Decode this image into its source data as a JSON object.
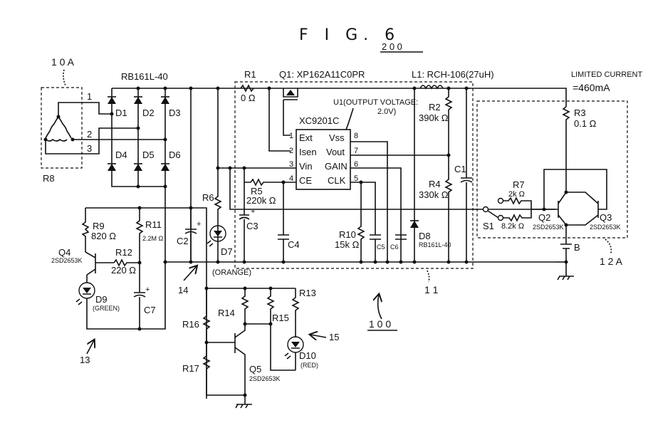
{
  "figure": {
    "title": "F I G. 6",
    "ref_200": "2 0 0",
    "ref_100": "1 0 0",
    "ref_10a": "1 0 A",
    "ref_12a": "1 2 A",
    "ref_11": "1 1",
    "ref_13": "13",
    "ref_14": "14",
    "ref_15": "15"
  },
  "generator": {
    "label": "R8",
    "terminals": [
      "1",
      "2",
      "3"
    ]
  },
  "rectifier": {
    "part": "RB161L-40",
    "diodes": [
      "D1",
      "D2",
      "D3",
      "D4",
      "D5",
      "D6"
    ]
  },
  "top": {
    "r1": "R1",
    "r1_val": "0 Ω",
    "q1": "Q1: XP162A11C0PR",
    "l1": "L1: RCH-106(27uH)",
    "u1_note_1": "U1(OUTPUT VOLTAGE:",
    "u1_note_2": "2.0V)",
    "ic_part": "XC9201C"
  },
  "ic": {
    "pins_left": [
      {
        "num": "1",
        "name": "Ext"
      },
      {
        "num": "2",
        "name": "Isen"
      },
      {
        "num": "3",
        "name": "Vin"
      },
      {
        "num": "4",
        "name": "CE"
      }
    ],
    "pins_right": [
      {
        "num": "8",
        "name": "Vss"
      },
      {
        "num": "7",
        "name": "Vout"
      },
      {
        "num": "6",
        "name": "GAIN"
      },
      {
        "num": "5",
        "name": "CLK"
      }
    ]
  },
  "components": {
    "r2": "R2",
    "r2_val": "390k Ω",
    "r4": "R4",
    "r4_val": "330k Ω",
    "r3": "R3",
    "r3_val": "0.1 Ω",
    "r5": "R5",
    "r5_val": "220k Ω",
    "r6": "R6",
    "r7": "R7",
    "r7_val_a": "2k Ω",
    "r7_val_b": "8.2k Ω",
    "r9": "R9",
    "r9_val": "820 Ω",
    "r10": "R10",
    "r10_val": "15k Ω",
    "r11": "R11",
    "r11_val": "2.2M Ω",
    "r12": "R12",
    "r12_val": "220 Ω",
    "r13": "R13",
    "r14": "R14",
    "r15": "R15",
    "r16": "R16",
    "r17": "R17",
    "c1": "C1",
    "c2": "C2",
    "c3": "C3",
    "c4": "C4",
    "c5": "C5",
    "c6": "C6",
    "c7": "C7",
    "d7": "D7",
    "d7_color": "(ORANGE)",
    "d8": "D8",
    "d8_part": "RB161L-40",
    "d9": "D9",
    "d9_color": "(GREEN)",
    "d10": "D10",
    "d10_color": "(RED)",
    "q2": "Q2",
    "q3": "Q3",
    "q4": "Q4",
    "q5": "Q5",
    "transistor_part": "2SD2653K",
    "s1": "S1",
    "battery": "B"
  },
  "limited_current": {
    "line1": "LIMITED CURRENT",
    "line2": "=460mA"
  }
}
